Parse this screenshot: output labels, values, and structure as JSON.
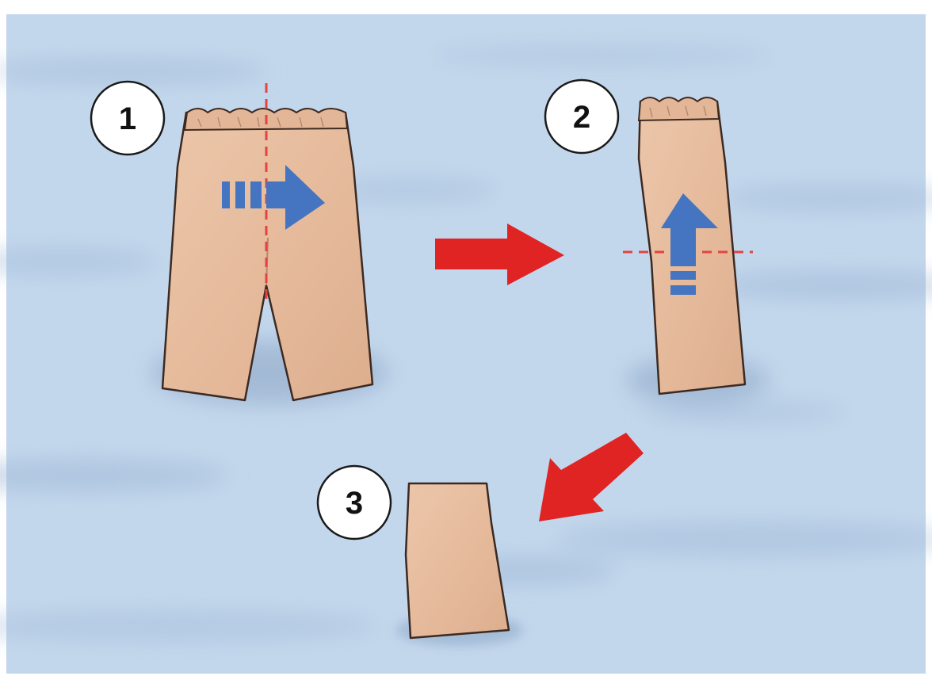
{
  "steps": [
    {
      "number": "1",
      "item": "shorts-laid-flat",
      "action": "fold-in-half-lengthwise"
    },
    {
      "number": "2",
      "item": "shorts-folded-once",
      "action": "fold-up-in-half"
    },
    {
      "number": "3",
      "item": "shorts-folded-square",
      "action": "done"
    }
  ],
  "colors": {
    "background": "#c2d6ec",
    "fabric": "#e8bfa2",
    "fabric_outline": "#3c2a22",
    "fold_line": "#e5433f",
    "action_arrow": "#4575c0",
    "flow_arrow": "#e02424"
  },
  "icons": {
    "action_arrow": "blue-dashed-arrow-icon",
    "flow_arrow": "red-arrow-icon"
  }
}
